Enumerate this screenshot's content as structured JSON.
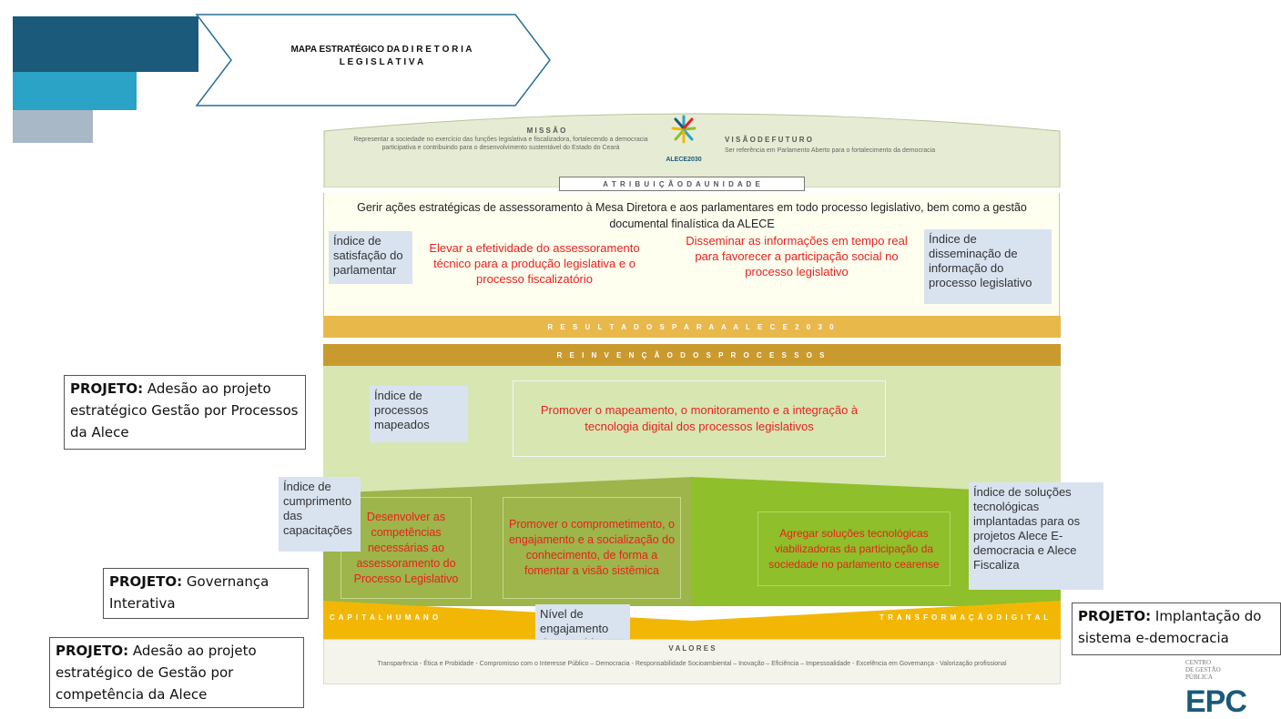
{
  "header": {
    "title_line1": "MAPA ESTRATÉGICO DA D I R E T O R I A",
    "title_line2": "L E G I S L A T I V A"
  },
  "colors": {
    "dark_blue": "#1b5a7a",
    "teal": "#2aa3c6",
    "gray_blue": "#a9b8c6",
    "gold": "#e8b84a",
    "gold_dark": "#c99a2e",
    "light_green": "#d8e6b2",
    "green": "#8fbf2a",
    "olive": "#9db54a",
    "orange": "#f2b705",
    "kpi_bg": "#d9e3f0",
    "red_text": "#e8211d"
  },
  "top": {
    "missao_title": "M I S S Ã O",
    "missao_text": "Representar a sociedade no exercício das funções legislativa e fiscalizadora, fortalecendo a democracia participativa e contribuindo para o desenvolvimento sustentável do Estado do Ceará",
    "logo_text": "ALECE2030",
    "visao_title": "V I S Ã O   D E   F U T U R O",
    "visao_text": "Ser referência em Parlamento Aberto para o fortalecimento da democracia"
  },
  "atribuicao": {
    "label": "A T R I B U I Ç Ã O   D A   U N I D A D E",
    "text": "Gerir ações estratégicas de assessoramento à Mesa Diretora e aos parlamentares em todo processo legislativo, bem como a gestão documental finalística da ALECE"
  },
  "resultados": {
    "kpi_left": "Índice de satisfação do parlamentar",
    "obj_left": "Elevar a efetividade do assessoramento técnico para a produção legislativa e o processo fiscalizatório",
    "obj_right": "Disseminar as informações em tempo real para favorecer a participação social no processo legislativo",
    "kpi_right": "Índice de disseminação de informação do processo legislativo",
    "band_label": "R E S U L T A D O S   P A R A   A   A L E C E   2 0 3 0"
  },
  "processos": {
    "band_label": "R E I N V E N Ç Ã O   D O S   P R O C E S S O S",
    "kpi": "Índice de processos mapeados",
    "objective": "Promover o mapeamento, o monitoramento e a integração à tecnologia digital dos processos legislativos"
  },
  "capital": {
    "kpi_cumprimento": "Índice de cumprimento das capacitações",
    "obj_competencias": "Desenvolver as competências necessárias ao assessoramento do Processo Legislativo",
    "obj_comprometimento": "Promover o comprometimento, o engajamento e a socialização do conhecimento, de forma a fomentar a visão sistêmica",
    "kpi_engajamento": "Nível de engajamento dos servidores",
    "band_left": "C A P I T A L   H U M A N O",
    "obj_tecnologicas": "Agregar soluções tecnológicas viabilizadoras da participação da sociedade no parlamento cearense",
    "kpi_solucoes": "Índice de soluções tecnológicas implantadas para os projetos Alece E-democracia e Alece Fiscaliza",
    "band_right": "T R A N S F O R M A Ç Ã O   D I G I T A L"
  },
  "valores": {
    "title": "V A L O R E S",
    "text": "Transparência - Ética e Probidade - Compromisso com o Interesse Público – Democracia - Responsabilidade Socioambiental – Inovação – Eficiência – Impessoalidade - Excelência em Governança - Valorização profissional"
  },
  "projetos": {
    "label": "PROJETO:",
    "p1": "Adesão ao projeto estratégico Gestão por Processos da Alece",
    "p2": "Governança Interativa",
    "p3": "Adesão ao projeto estratégico de Gestão por competência da Alece",
    "p4": "Implantação do sistema e-democracia"
  },
  "footer_logo": {
    "line1": "CENTRO",
    "line2": "DE GESTÃO",
    "line3": "PÚBLICA",
    "mark": "EPC"
  }
}
